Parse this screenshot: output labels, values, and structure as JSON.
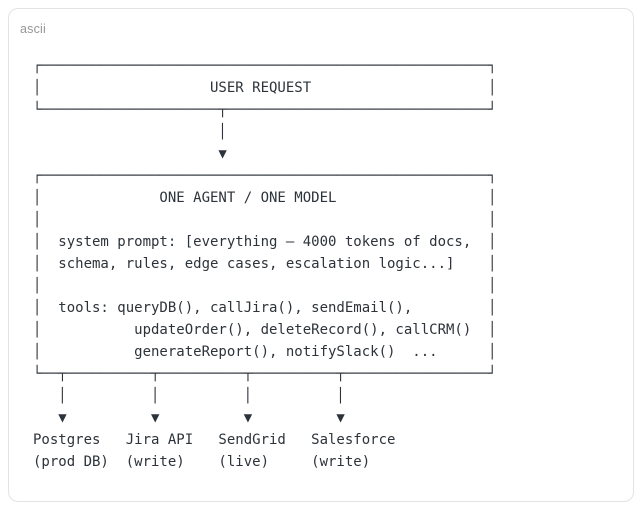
{
  "card": {
    "language_label": "ascii"
  },
  "colors": {
    "text": "#2d333a",
    "muted": "#969696",
    "card-border": "#e3e3e3",
    "card-bg": "#ffffff"
  },
  "diagram": {
    "ascii_art": "┌─────────────────────────────────────────────────────┐\n│                    USER REQUEST                     │\n└─────────────────────┬───────────────────────────────┘\n                      │\n                      ▼\n┌─────────────────────────────────────────────────────┐\n│              ONE AGENT / ONE MODEL                  │\n│                                                     │\n│  system prompt: [everything — 4000 tokens of docs,  │\n│  schema, rules, edge cases, escalation logic...]    │\n│                                                     │\n│  tools: queryDB(), callJira(), sendEmail(),         │\n│           updateOrder(), deleteRecord(), callCRM()  │\n│           generateReport(), notifySlack()  ...      │\n└──┬──────────┬──────────┬──────────┬─────────────────┘\n   │          │          │          │\n   ▼          ▼          ▼          ▼\nPostgres   Jira API   SendGrid   Salesforce\n(prod DB)  (write)    (live)     (write)",
    "top_box_label": "USER REQUEST",
    "agent_box": {
      "title": "ONE AGENT / ONE MODEL",
      "system_prompt_lines": [
        "system prompt: [everything — 4000 tokens of docs,",
        "schema, rules, edge cases, escalation logic...]"
      ],
      "tools_lines": [
        "tools: queryDB(), callJira(), sendEmail(),",
        "updateOrder(), deleteRecord(), callCRM()",
        "generateReport(), notifySlack()  ..."
      ]
    },
    "endpoints": [
      {
        "name": "Postgres",
        "detail": "(prod DB)"
      },
      {
        "name": "Jira API",
        "detail": "(write)"
      },
      {
        "name": "SendGrid",
        "detail": "(live)"
      },
      {
        "name": "Salesforce",
        "detail": "(write)"
      }
    ]
  }
}
